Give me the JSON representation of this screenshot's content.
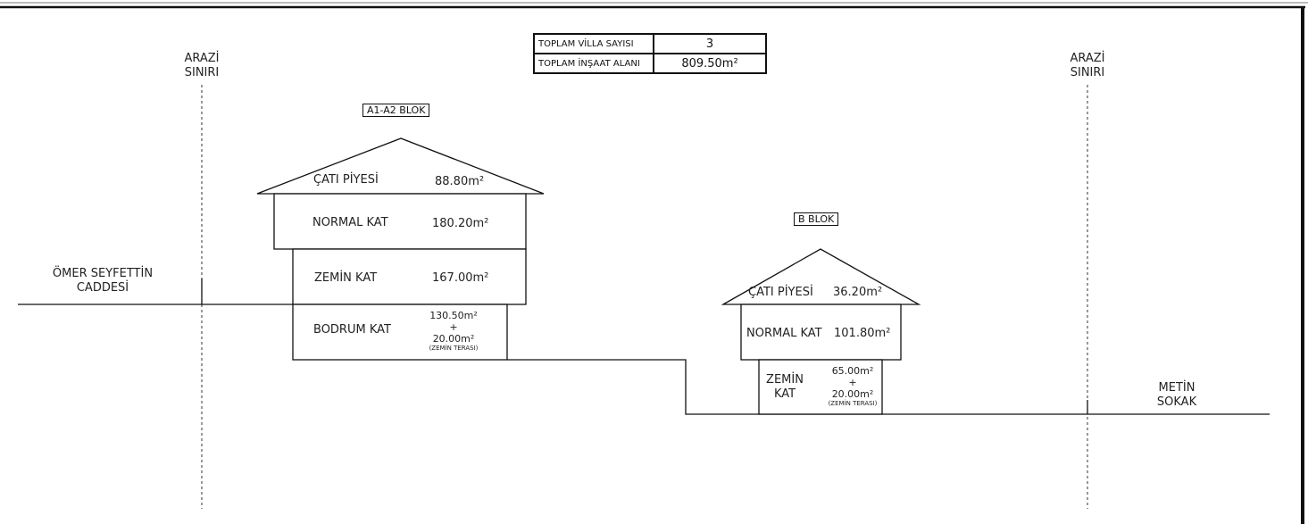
{
  "summary": {
    "villa_label": "TOPLAM VİLLA SAYISI",
    "villa_value": "3",
    "area_label": "TOPLAM İNŞAAT ALANI",
    "area_value": "809.50m²"
  },
  "boundary_left": {
    "line1": "ARAZİ",
    "line2": "SINIRI"
  },
  "boundary_right": {
    "line1": "ARAZİ",
    "line2": "SINIRI"
  },
  "street_left": {
    "line1": "ÖMER SEYFETTİN",
    "line2": "CADDESİ"
  },
  "street_right": {
    "line1": "METİN",
    "line2": "SOKAK"
  },
  "block_a": {
    "tag": "A1-A2 BLOK",
    "roof_label": "ÇATI PİYESİ",
    "roof_area": "88.80m²",
    "normal_label": "NORMAL KAT",
    "normal_area": "180.20m²",
    "ground_label": "ZEMİN KAT",
    "ground_area": "167.00m²",
    "basement_label": "BODRUM KAT",
    "basement_area": "130.50m²",
    "basement_plus": "+",
    "basement_terrace_area": "20.00m²",
    "basement_terrace_label": "(ZEMİN TERASI)"
  },
  "block_b": {
    "tag": "B BLOK",
    "roof_label": "ÇATI PİYESİ",
    "roof_area": "36.20m²",
    "normal_label": "NORMAL KAT",
    "normal_area": "101.80m²",
    "ground_label_1": "ZEMİN",
    "ground_label_2": "KAT",
    "ground_area": "65.00m²",
    "ground_plus": "+",
    "ground_terrace_area": "20.00m²",
    "ground_terrace_label": "(ZEMİN TERASI)"
  }
}
